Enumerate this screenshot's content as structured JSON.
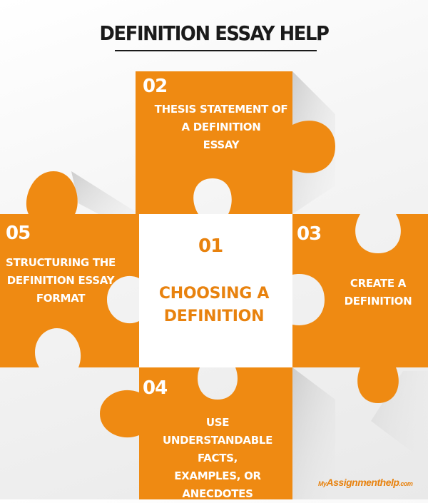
{
  "title": "DEFINITION ESSAY HELP",
  "colors": {
    "piece": "#ef8a12",
    "piece_dark": "#e07a0a",
    "shadow": "#cfcfcf",
    "center_text": "#e8820e"
  },
  "pieces": {
    "p01": {
      "number": "01",
      "label": "CHOOSING A\nDEFINITION"
    },
    "p02": {
      "number": "02",
      "label": "THESIS STATEMENT OF\nA DEFINITION\nESSAY"
    },
    "p03": {
      "number": "03",
      "label": "CREATE A\nDEFINITION"
    },
    "p04": {
      "number": "04",
      "label": "USE UNDERSTANDABLE\nFACTS,\nEXAMPLES, OR\nANECDOTES"
    },
    "p05": {
      "number": "05",
      "label": "STRUCTURING THE\nDEFINITION ESSAY\nFORMAT"
    }
  },
  "brand": {
    "prefix": "My",
    "name": "Assignmenthelp",
    "suffix": ".com"
  }
}
